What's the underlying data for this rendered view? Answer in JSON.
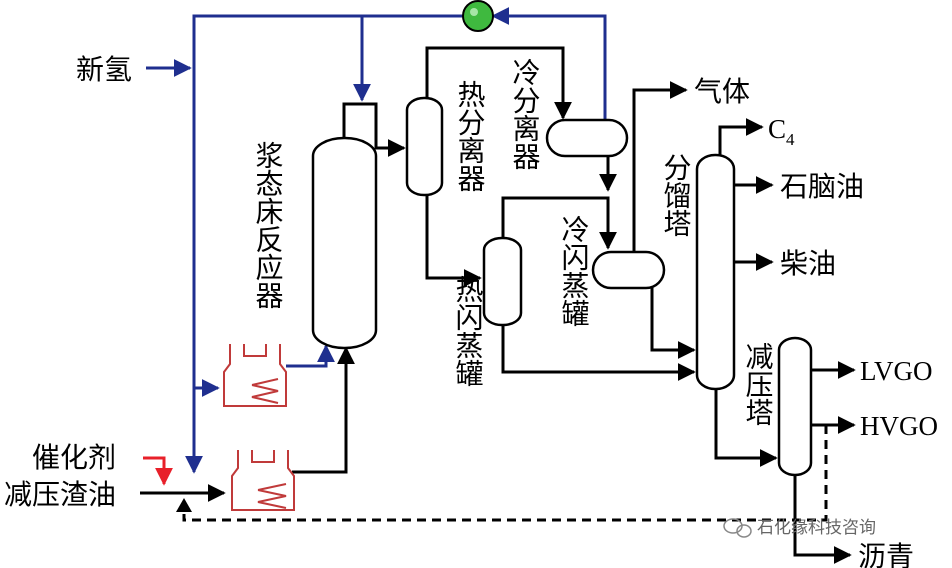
{
  "labels": {
    "fresh_hydrogen": "新氢",
    "slurry_reactor": "浆态床反应器",
    "hot_separator": "热分离器",
    "cold_separator": "冷分离器",
    "hot_flash_drum": "热闪蒸罐",
    "cold_flash_drum": "冷闪蒸罐",
    "fractionator": "分馏塔",
    "vacuum_tower": "减压塔",
    "catalyst": "催化剂",
    "vacuum_residue": "减压渣油",
    "gas": "气体",
    "c4": "C",
    "c4_sub": "4",
    "naphtha": "石脑油",
    "diesel": "柴油",
    "lvgo": "LVGO",
    "hvgo": "HVGO",
    "asphalt": "沥青"
  },
  "watermark": "石化缘科技咨询",
  "colors": {
    "hydrogen_line": "#1f2f8f",
    "catalyst_line": "#e8202a",
    "heater": "#c03a3a",
    "compressor": "#3fb93f",
    "process_line": "#000000"
  }
}
